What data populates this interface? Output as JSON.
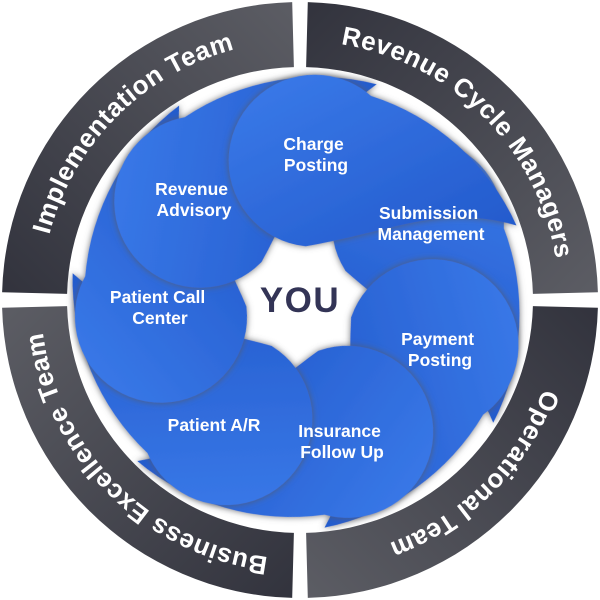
{
  "center": {
    "label": "YOU"
  },
  "ring": {
    "segments": [
      {
        "label": "Implementation Team",
        "position": "top-left"
      },
      {
        "label": "Revenue Cycle Managers",
        "position": "top-right"
      },
      {
        "label": "Operational Team",
        "position": "bottom-right"
      },
      {
        "label": "Business Excellence Team",
        "position": "bottom-left"
      }
    ]
  },
  "wheel": {
    "blades": [
      {
        "label": "Charge Posting",
        "lines": [
          "Charge",
          "Posting"
        ]
      },
      {
        "label": "Submission Management",
        "lines": [
          "Submission",
          "Management"
        ]
      },
      {
        "label": "Payment Posting",
        "lines": [
          "Payment",
          "Posting"
        ]
      },
      {
        "label": "Insurance Follow Up",
        "lines": [
          "Insurance",
          "Follow Up"
        ]
      },
      {
        "label": "Patient A/R",
        "lines": [
          "Patient A/R"
        ]
      },
      {
        "label": "Patient Call Center",
        "lines": [
          "Patient Call",
          "Center"
        ]
      },
      {
        "label": "Revenue Advisory",
        "lines": [
          "Revenue",
          "Advisory"
        ]
      }
    ]
  },
  "colors": {
    "background": "#ffffff",
    "ring_dark": "#32333d",
    "ring_light": "#5c5d64",
    "ring_text": "#ffffff",
    "blade_light": "#3a7ae9",
    "blade_dark": "#2157c9",
    "blade_text": "#ffffff",
    "seam_shadow": "#5a5c61",
    "center_text": "#333456"
  }
}
